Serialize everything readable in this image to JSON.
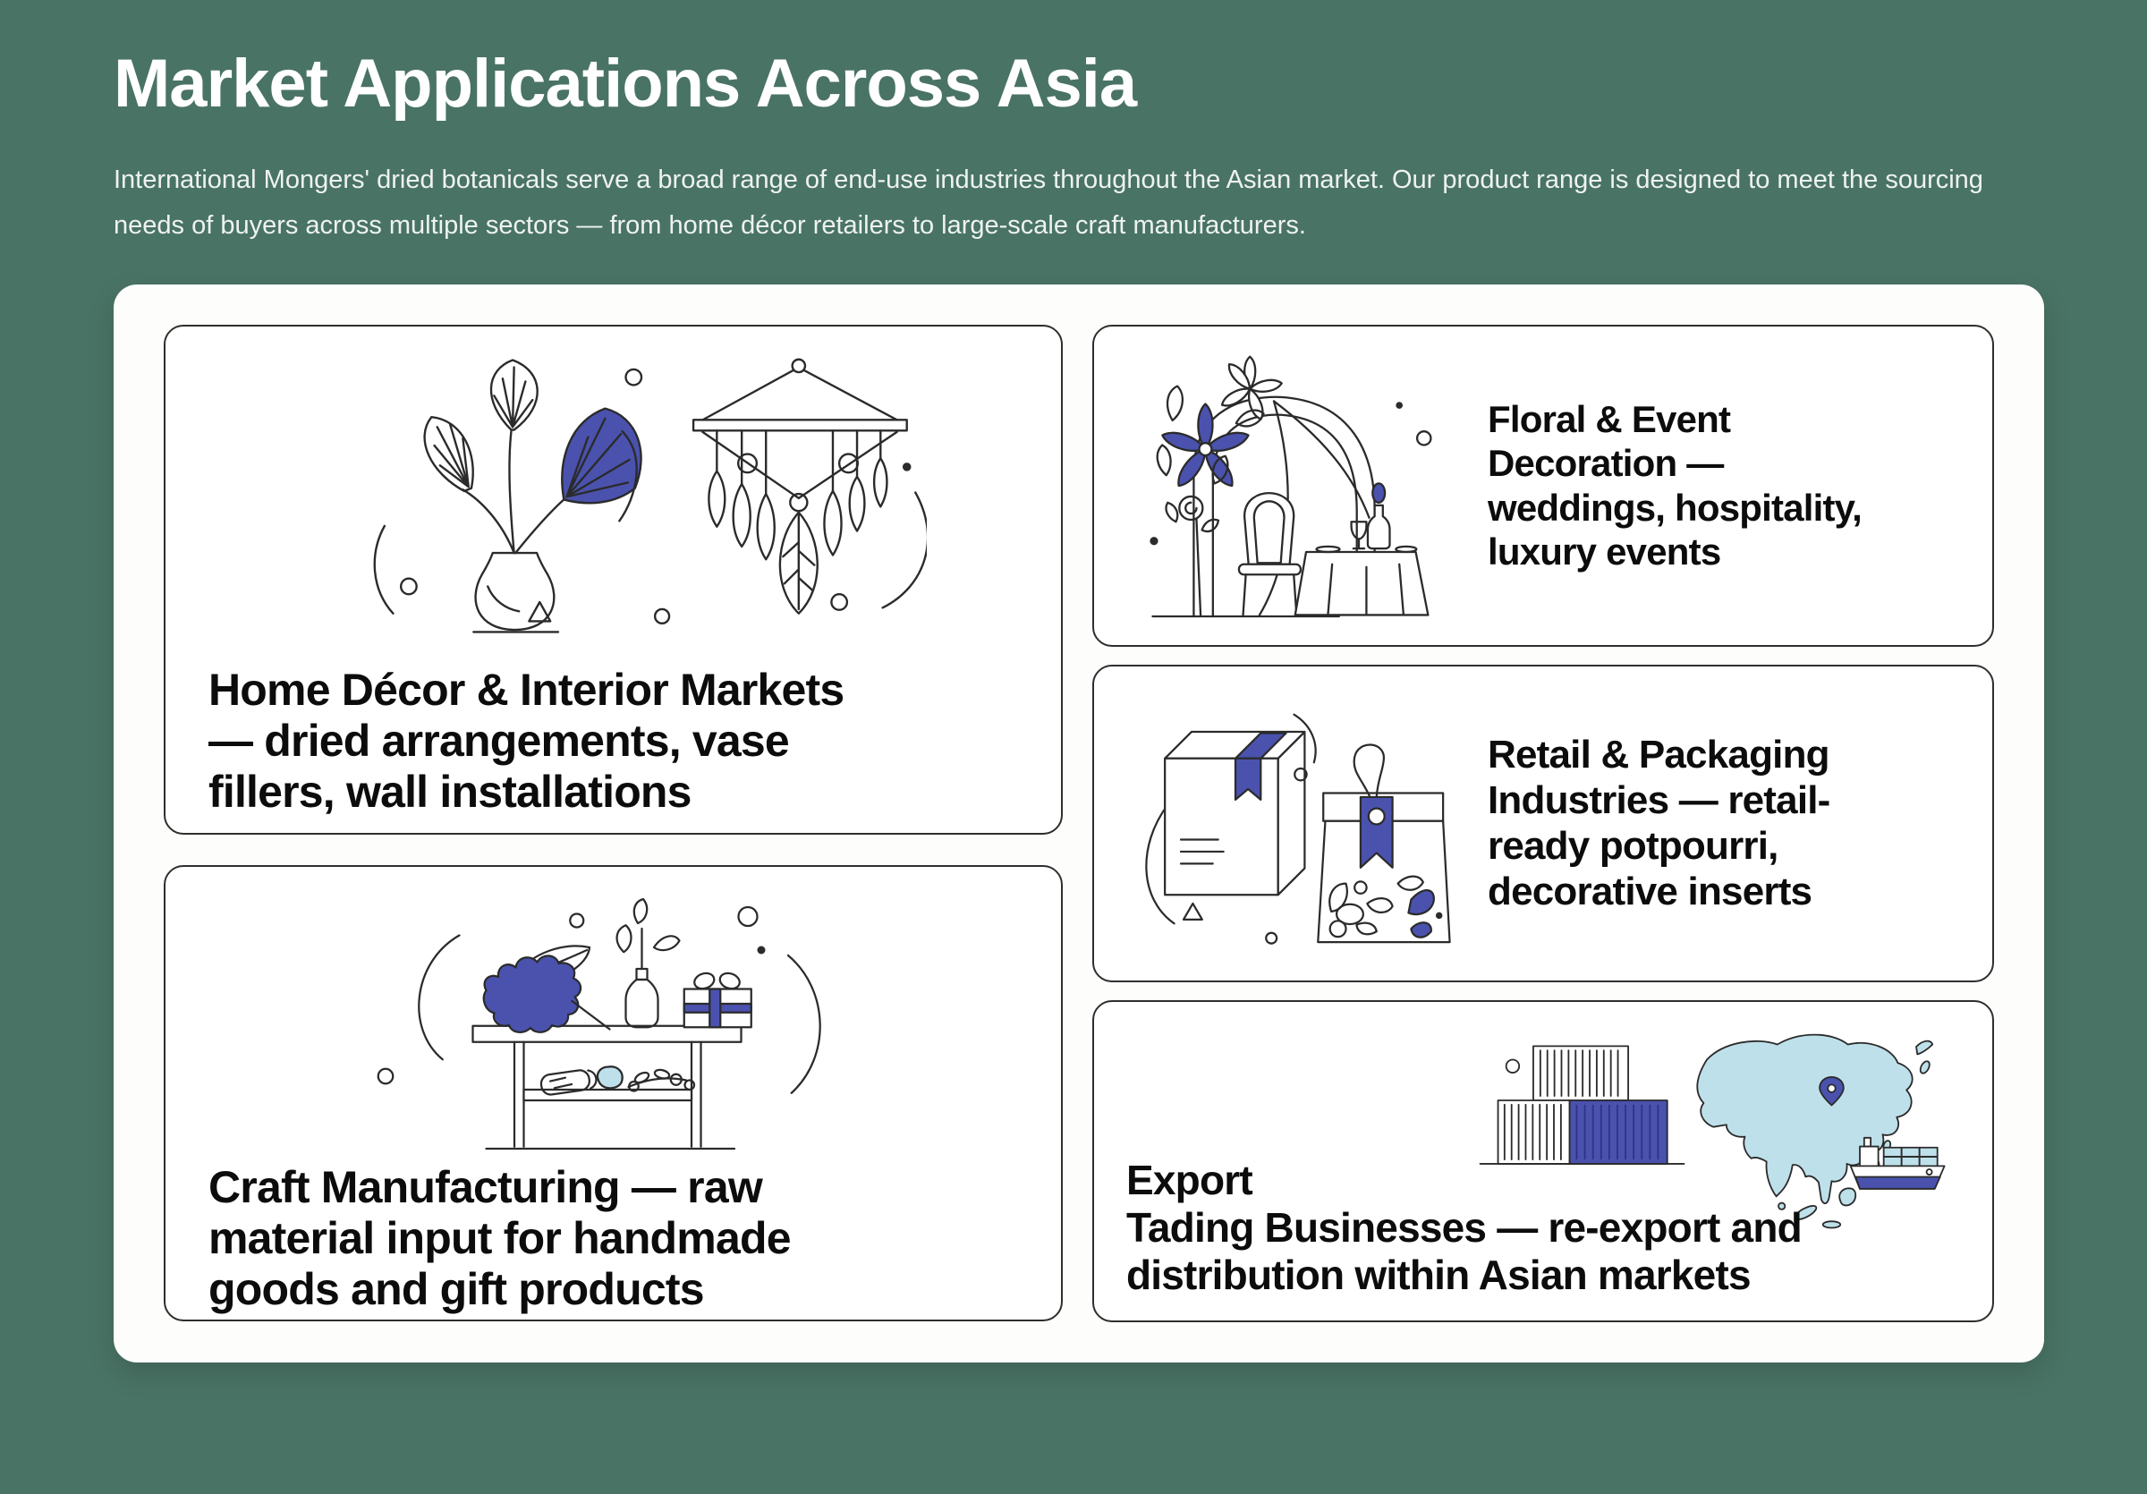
{
  "theme": {
    "page_bg": "#497365",
    "panel_bg": "#fdfdfc",
    "card_bg": "#ffffff",
    "card_border": "#2e2e2e",
    "title_color": "#ffffff",
    "body_color": "#eef3f0",
    "card_text": "#0c0c0c",
    "ink": "#2b2b2b",
    "indigo": "#4a52ae",
    "indigo_dark": "#2e3486",
    "light_blue": "#bee0ea"
  },
  "header": {
    "title": "Market Applications Across Asia",
    "description": "International Mongers' dried botanicals serve a broad range of end-use industries throughout the Asian market. Our product range is designed to meet the sourcing needs of buyers across multiple sectors — from home décor retailers to large-scale craft manufacturers."
  },
  "cards": [
    {
      "id": "home-decor",
      "text": "Home Décor & Interior Markets\n— dried arrangements, vase\nfillers, wall installations",
      "illustration": "vase-with-dried-leaves-and-macrame-wall-hanging"
    },
    {
      "id": "floral-event",
      "text": "Floral & Event\nDecoration —\nweddings, hospitality,\nluxury events",
      "illustration": "wedding-arch-with-flowers-chair-and-table"
    },
    {
      "id": "retail-packaging",
      "text": "Retail & Packaging\nIndustries — retail-\nready potpourri,\ndecorative inserts",
      "illustration": "gift-box-and-potpourri-bag"
    },
    {
      "id": "craft-manufacturing",
      "text": "Craft Manufacturing — raw\nmaterial input for handmade\ngoods and gift products",
      "illustration": "workbench-with-leaf-vase-and-gift-box"
    },
    {
      "id": "export-trading",
      "text": "Export\nTading Businesses — re-export and\ndistribution within Asian markets",
      "illustration": "shipping-containers-asia-map-and-cargo-ship"
    }
  ]
}
